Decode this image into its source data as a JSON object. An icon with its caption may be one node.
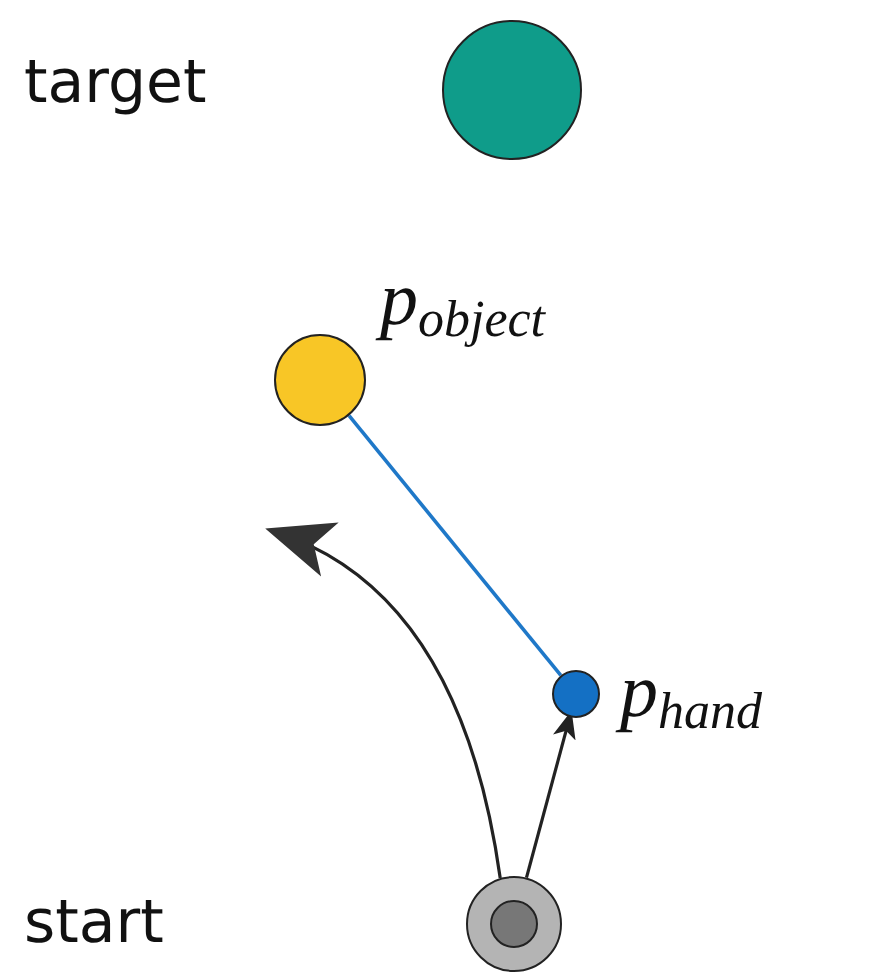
{
  "diagram": {
    "nodes": [
      {
        "text": [],
        "shape": "circle"
      },
      {
        "text": [],
        "shape": "circle",
        "beside": [
          "p$_{object}$"
        ]
      },
      {
        "text": [],
        "shape": "circle",
        "beside": [
          "p$_{hand}$"
        ]
      },
      {
        "text": [],
        "shape": "circle"
      }
    ],
    "edges": [
      {
        "from": 1,
        "to": 2,
        "arrow": "none",
        "color": "#1f78c8"
      },
      {
        "from": 3,
        "to": 2,
        "arrow": "to"
      },
      {
        "from": 3,
        "to": null,
        "arrow": "to"
      }
    ],
    "labels": [
      "target",
      "start"
    ]
  }
}
